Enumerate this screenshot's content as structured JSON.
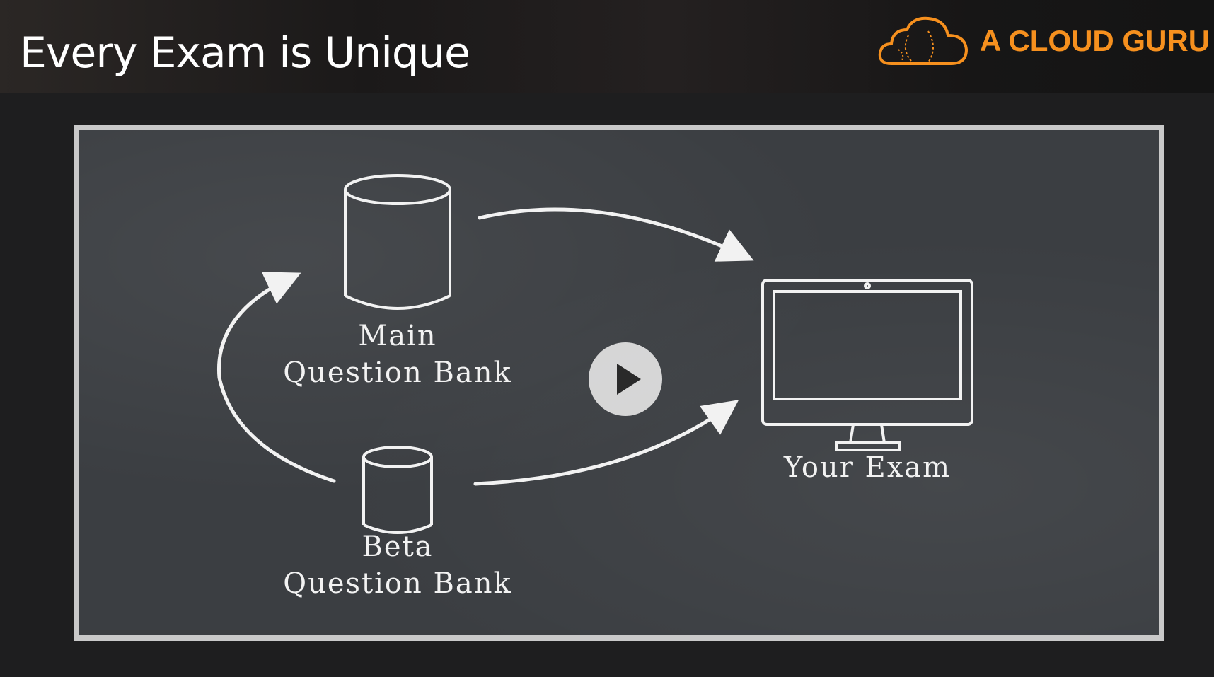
{
  "slide": {
    "title": "Every Exam is Unique"
  },
  "brand": {
    "name": "A CLOUD GURU",
    "color": "#f6901e",
    "icon": "cloud-logo-icon"
  },
  "diagram": {
    "main_bank": {
      "line1": "Main",
      "line2": "Question Bank",
      "icon": "database-icon"
    },
    "beta_bank": {
      "line1": "Beta",
      "line2": "Question Bank",
      "icon": "database-icon"
    },
    "exam": {
      "label": "Your Exam",
      "icon": "monitor-icon"
    }
  },
  "video": {
    "play_icon": "play-icon"
  },
  "colors": {
    "board": "#3b3e42",
    "chalk": "#f2f2f2",
    "frame": "#c9c9c9"
  }
}
